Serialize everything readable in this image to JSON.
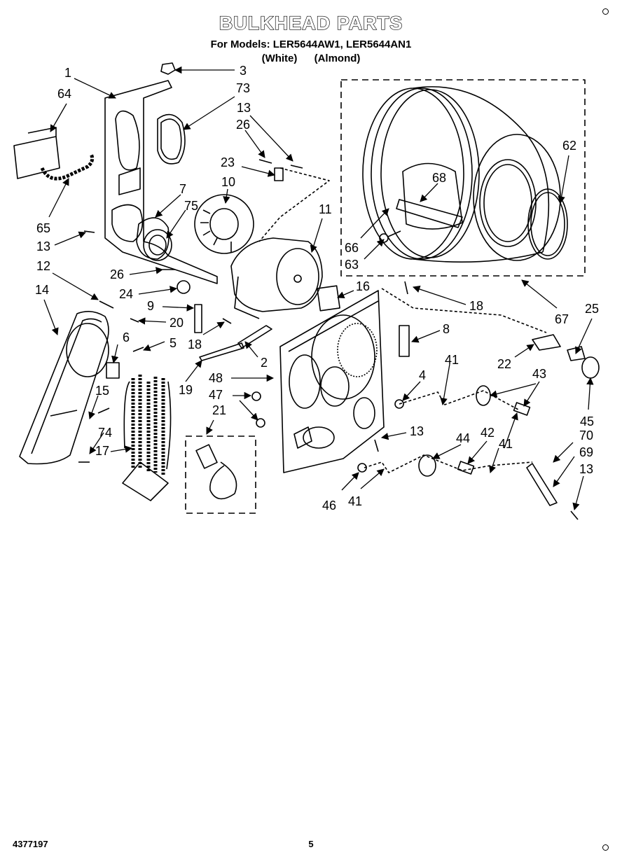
{
  "header": {
    "title": "BULKHEAD PARTS",
    "models_line": "For Models: LER5644AW1, LER5644AN1",
    "color_white": "(White)",
    "color_almond": "(Almond)"
  },
  "footer": {
    "doc_number": "4377197",
    "page_number": "5"
  },
  "callouts": {
    "c1": "1",
    "c3": "3",
    "c64": "64",
    "c73": "73",
    "c13a": "13",
    "c26a": "26",
    "c23": "23",
    "c10": "10",
    "c7": "7",
    "c75": "75",
    "c65": "65",
    "c13b": "13",
    "c11": "11",
    "c12": "12",
    "c26b": "26",
    "c24": "24",
    "c14": "14",
    "c9": "9",
    "c20": "20",
    "c16": "16",
    "c18a": "18",
    "c6": "6",
    "c5": "5",
    "c18b": "18",
    "c8": "8",
    "c2": "2",
    "c19": "19",
    "c48": "48",
    "c47": "47",
    "c4": "4",
    "c41a": "41",
    "c15": "15",
    "c21": "21",
    "c13c": "13",
    "c74": "74",
    "c17": "17",
    "c44": "44",
    "c42": "42",
    "c41b": "41",
    "c46": "46",
    "c41c": "41",
    "c62": "62",
    "c68": "68",
    "c66": "66",
    "c63": "63",
    "c67": "67",
    "c25": "25",
    "c22": "22",
    "c43": "43",
    "c45": "45",
    "c70": "70",
    "c69": "69",
    "c13d": "13"
  }
}
